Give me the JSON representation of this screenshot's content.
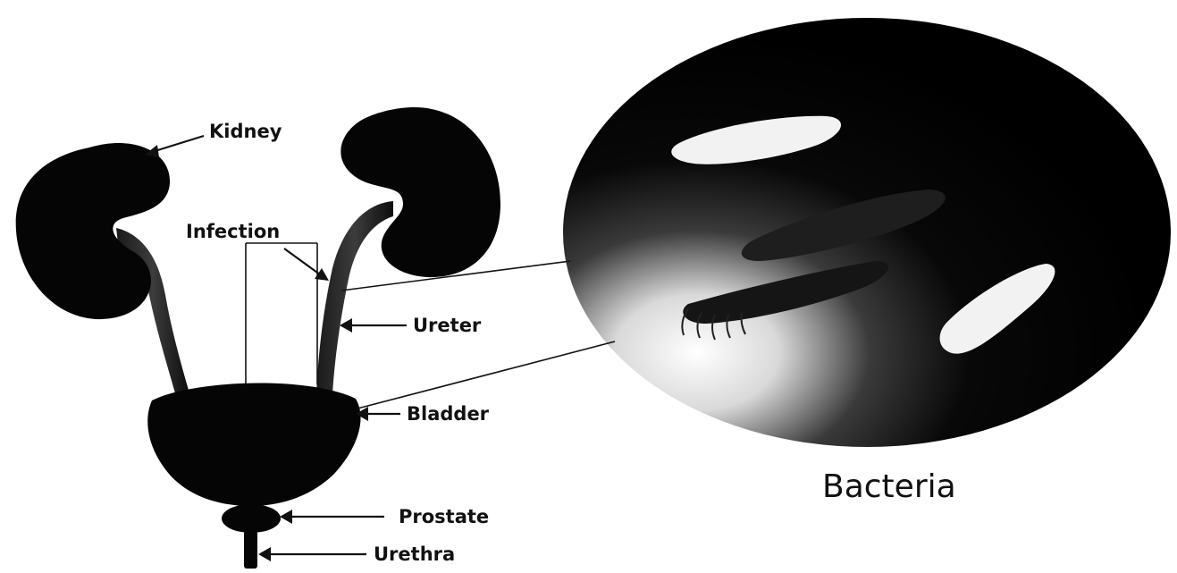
{
  "labels": {
    "kidney": "Kidney",
    "infection": "Infection",
    "ureter": "Ureter",
    "bladder": "Bladder",
    "prostate": "Prostate",
    "urethra": "Urethra",
    "bacteria": "Bacteria"
  },
  "colors": {
    "organ": "#050505",
    "background": "#ffffff",
    "bacteria_highlight": "#f2f2f2"
  }
}
